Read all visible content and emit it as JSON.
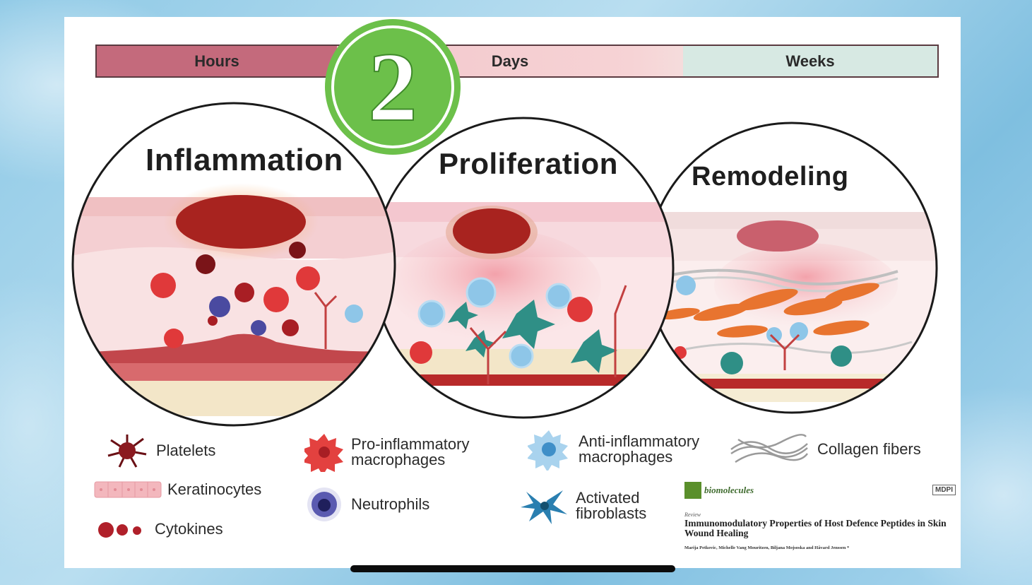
{
  "timeline": {
    "segments": [
      {
        "label": "Hours",
        "color": "#c46a7c"
      },
      {
        "label": "Days",
        "color": "#f3c7cc"
      },
      {
        "label": "Weeks",
        "color": "#d7e9e3"
      }
    ]
  },
  "badge": {
    "number": "2",
    "color": "#6cc04a"
  },
  "phases": [
    {
      "title": "Inflammation"
    },
    {
      "title": "Proliferation"
    },
    {
      "title": "Remodeling"
    }
  ],
  "legend": {
    "platelets": "Platelets",
    "keratinocytes": "Keratinocytes",
    "cytokines": "Cytokines",
    "pro_macrophages": "Pro-inflammatory\nmacrophages",
    "neutrophils": "Neutrophils",
    "anti_macrophages": "Anti-inflammatory\nmacrophages",
    "fibroblasts": "Activated\nfibroblasts",
    "collagen": "Collagen fibers"
  },
  "paper": {
    "journal": "biomolecules",
    "publisher": "MDPI",
    "label": "Review",
    "title": "Immunomodulatory Properties of Host Defence Peptides in Skin Wound Healing",
    "authors": "Marija Petkovic, Michelle Vang Mouritzen, Biljana Mojsoska and Håvard Jenssen *"
  },
  "colors": {
    "wound": "#a8231f",
    "skin": "#f2c2c4",
    "vessel": "#b82a2a",
    "fat": "#f3e6c8",
    "fibroblast": "#2f8f86",
    "anti_macrophage": "#8ec6e8",
    "pro_macrophage": "#e0393a",
    "collagen_cell": "#e8742f"
  }
}
